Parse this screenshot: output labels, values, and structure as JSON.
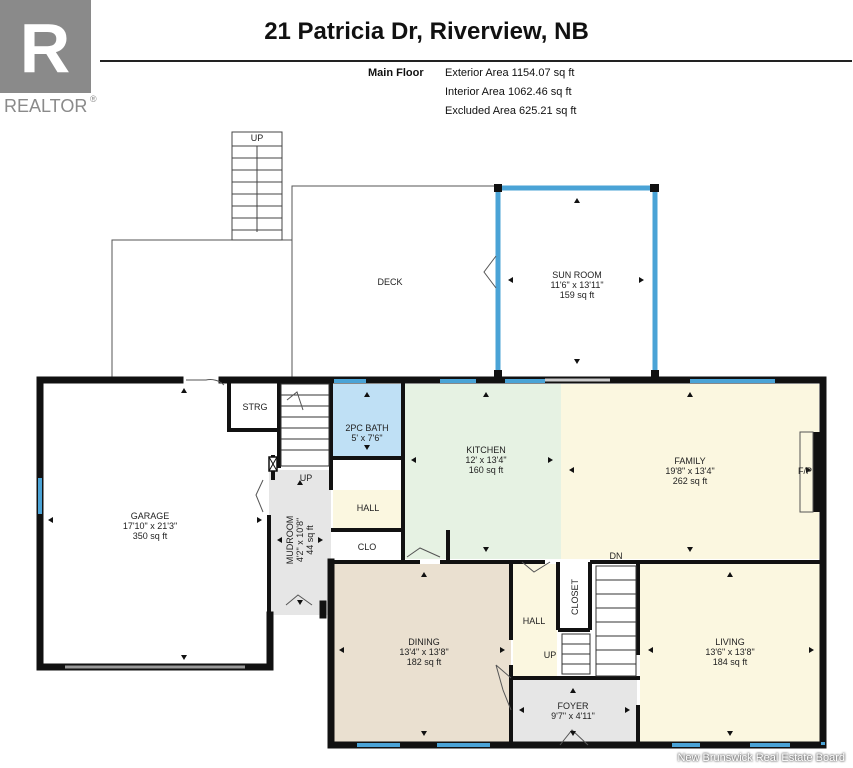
{
  "header": {
    "address": "21 Patricia Dr, Riverview, NB",
    "floor": "Main Floor",
    "exterior": "Exterior Area 1154.07 sq ft",
    "interior": "Interior Area 1062.46 sq ft",
    "excluded": "Excluded Area 625.21 sq ft"
  },
  "logo": {
    "text": "REALTOR",
    "mark": "®"
  },
  "watermark": "New Brunswick Real Estate Board",
  "colors": {
    "wall": "#111111",
    "window": "#4aa3d6",
    "kitchen": "#e6f2e3",
    "family": "#fbf7e0",
    "bath": "#bfe0f5",
    "dining": "#eae0d0",
    "living": "#fbf7e0",
    "hall": "#fbf7e0",
    "foyer": "#e6e6e6",
    "mudroom": "#e6e6e6"
  },
  "rooms": {
    "deck": {
      "name": "DECK"
    },
    "sunroom": {
      "name": "SUN ROOM",
      "dims": "11'6\" x 13'11\"",
      "area": "159 sq ft"
    },
    "garage": {
      "name": "GARAGE",
      "dims": "17'10\" x 21'3\"",
      "area": "350 sq ft"
    },
    "strg": {
      "name": "STRG"
    },
    "bath": {
      "name": "2PC BATH",
      "dims": "5' x 7'6\""
    },
    "kitchen": {
      "name": "KITCHEN",
      "dims": "12' x 13'4\"",
      "area": "160 sq ft"
    },
    "family": {
      "name": "FAMILY",
      "dims": "19'8\" x 13'4\"",
      "area": "262 sq ft",
      "fp": "F/P"
    },
    "mudroom": {
      "name": "MUDROOM",
      "dims": "4'2\" x 10'8\"",
      "area": "44 sq ft"
    },
    "hall1": {
      "name": "HALL"
    },
    "clo": {
      "name": "CLO"
    },
    "dining": {
      "name": "DINING",
      "dims": "13'4\" x 13'8\"",
      "area": "182 sq ft"
    },
    "hall2": {
      "name": "HALL"
    },
    "closet": {
      "name": "CLOSET"
    },
    "living": {
      "name": "LIVING",
      "dims": "13'6\" x 13'8\"",
      "area": "184 sq ft"
    },
    "foyer": {
      "name": "FOYER",
      "dims": "9'7\" x 4'11\""
    }
  },
  "stairs": {
    "up": "UP",
    "dn": "DN"
  }
}
